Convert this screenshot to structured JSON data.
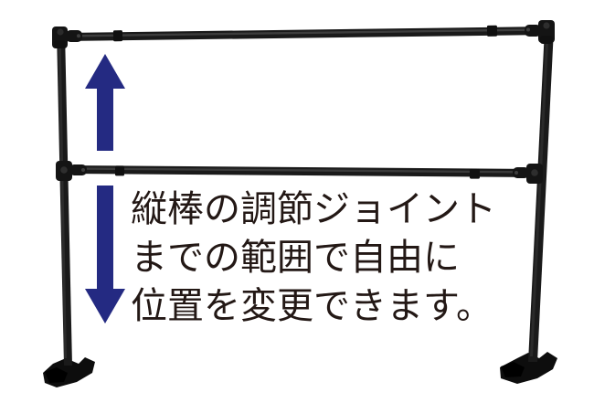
{
  "figure": {
    "title": "adjustable-garment-rack-diagram",
    "background_color": "#ffffff",
    "frame_color": "#1a1a1a",
    "arrow_color": "#242a82",
    "text_color": "#231815"
  },
  "caption": {
    "lines": [
      "縦棒の調節ジョイント",
      "までの範囲で自由に",
      "位置を変更できます。"
    ],
    "full_text": "縦棒の調節ジョイントまでの範囲で自由に位置を変更できます。"
  },
  "annotations": {
    "arrow_up": "up-arrow",
    "arrow_down": "down-arrow"
  },
  "product": {
    "parts": {
      "top_bar": "top-horizontal-bar",
      "middle_bar": "middle-horizontal-bar",
      "left_post": "left-vertical-post",
      "right_post": "right-vertical-post",
      "left_foot": "left-base-foot",
      "right_foot": "right-base-foot",
      "joints": "adjustment-joints"
    }
  }
}
